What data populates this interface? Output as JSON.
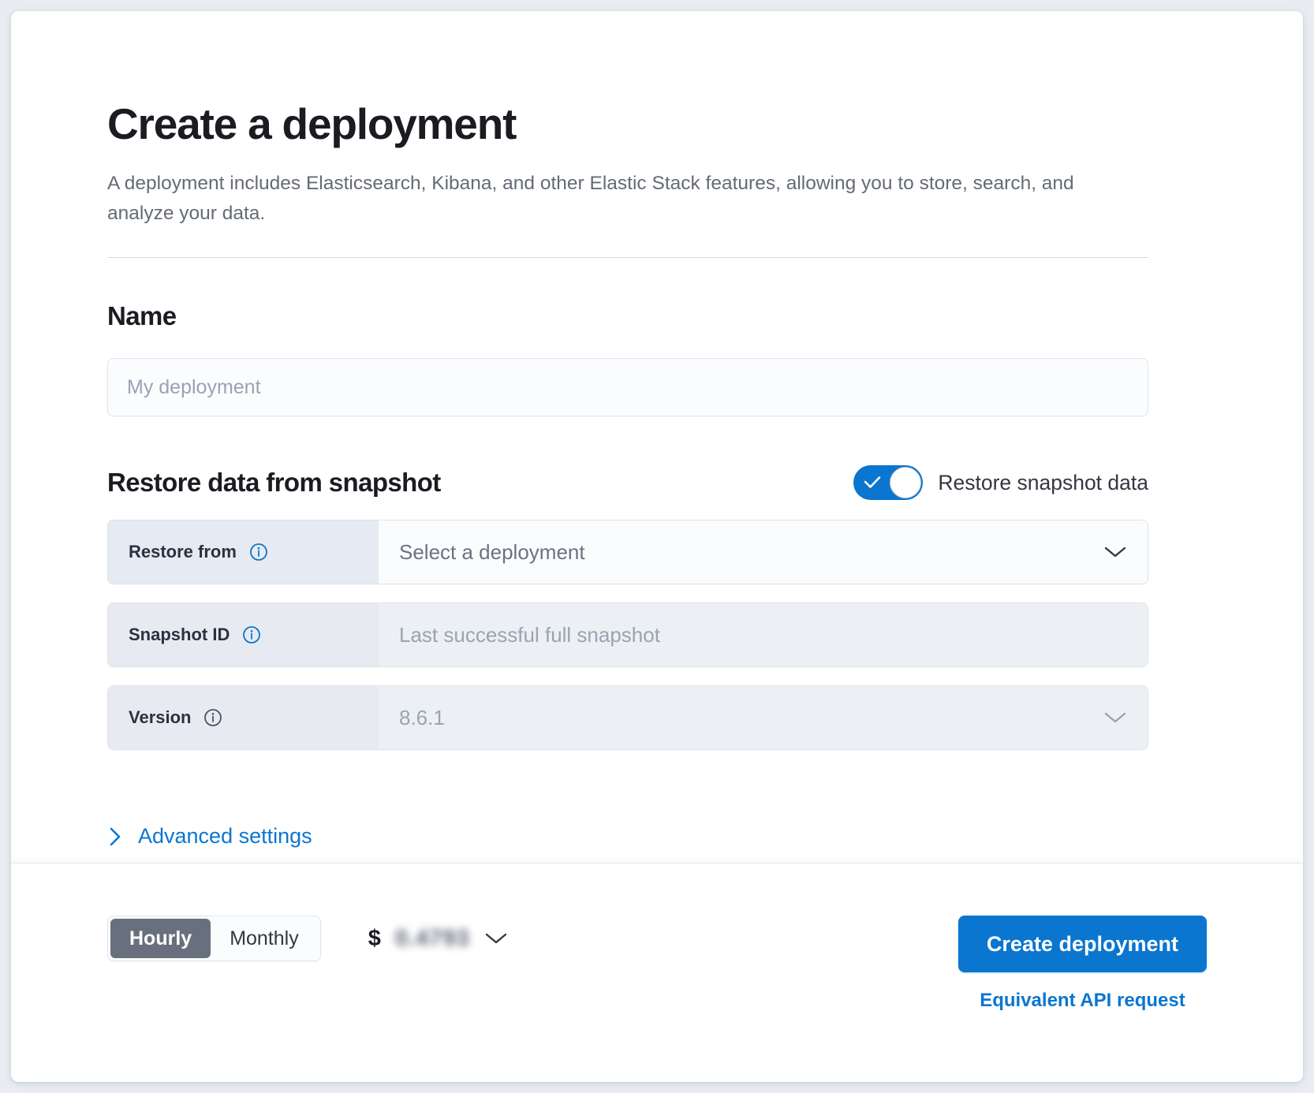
{
  "header": {
    "title": "Create a deployment",
    "subtitle": "A deployment includes Elasticsearch, Kibana, and other Elastic Stack features, allowing you to store, search, and analyze your data."
  },
  "name_section": {
    "title": "Name",
    "input_placeholder": "My deployment",
    "input_value": ""
  },
  "restore_section": {
    "title": "Restore data from snapshot",
    "toggle_label": "Restore snapshot data",
    "toggle_on": true,
    "rows": [
      {
        "label": "Restore from",
        "value": "Select a deployment",
        "disabled": false,
        "has_chevron": true,
        "name": "restore-from"
      },
      {
        "label": "Snapshot ID",
        "value": "Last successful full snapshot",
        "disabled": true,
        "has_chevron": false,
        "name": "snapshot-id"
      },
      {
        "label": "Version",
        "value": "8.6.1",
        "disabled": true,
        "has_chevron": true,
        "name": "version"
      }
    ]
  },
  "advanced": {
    "label": "Advanced settings"
  },
  "footer": {
    "billing_options": [
      "Hourly",
      "Monthly"
    ],
    "billing_selected": "Hourly",
    "price_currency": "$",
    "price_value": "0.4793",
    "price_blurred": true,
    "create_button": "Create deployment",
    "api_link": "Equivalent API request"
  },
  "colors": {
    "accent": "#0b76cf",
    "text": "#1a1c21",
    "muted": "#646a77",
    "placeholder": "#9aa3b2",
    "row_label_bg": "#e6eaf2",
    "segment_active_bg": "#69707d"
  },
  "icons": {
    "info": "info-icon",
    "chevron_down": "chevron-down-icon",
    "chevron_right": "chevron-right-icon",
    "check": "check-icon"
  }
}
